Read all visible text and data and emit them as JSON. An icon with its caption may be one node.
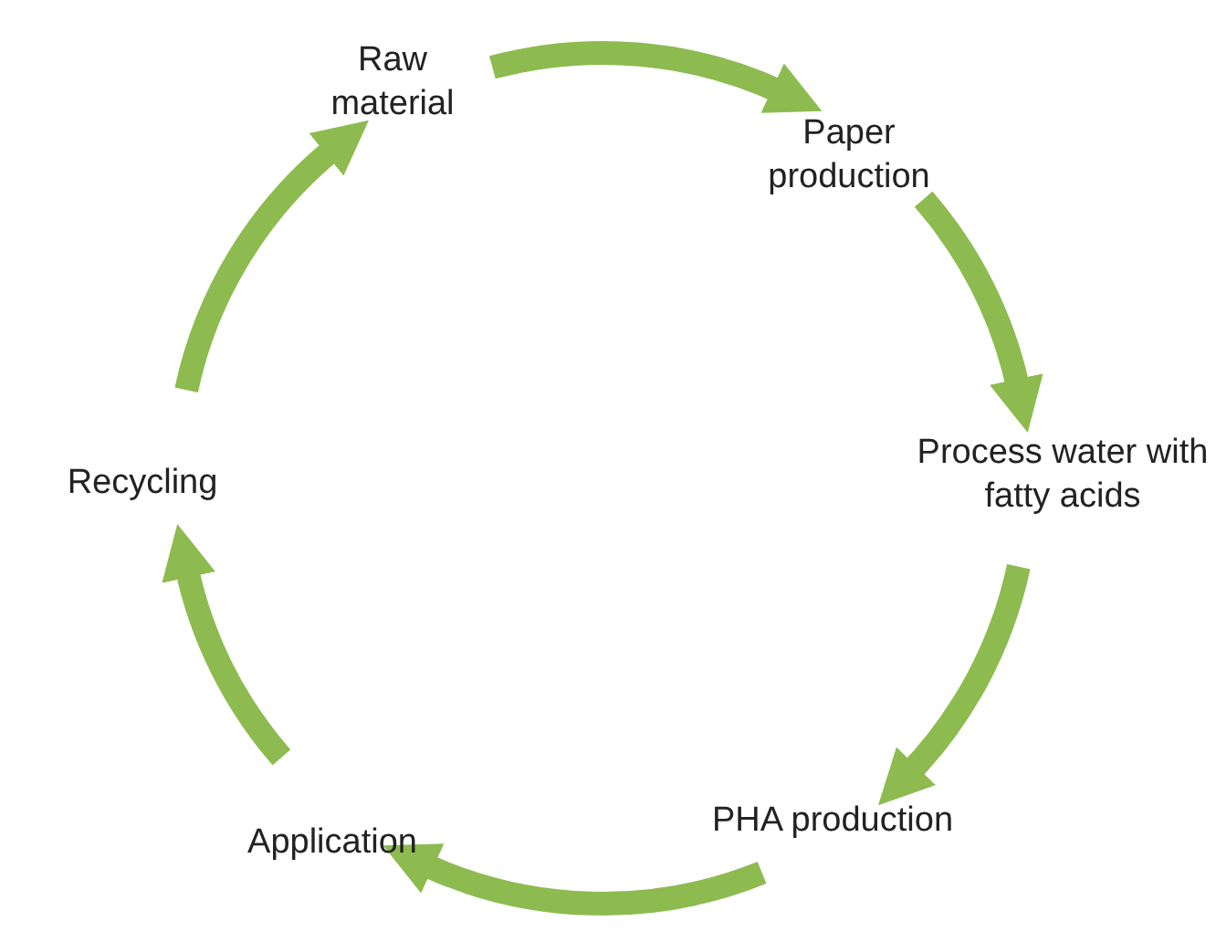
{
  "diagram": {
    "nodes": [
      {
        "text": [
          "Raw material"
        ]
      },
      {
        "text": [
          "Paper production"
        ]
      },
      {
        "text": [
          "Process water with fatty acids"
        ]
      },
      {
        "text": [
          "PHA production"
        ]
      },
      {
        "text": [
          "Application"
        ]
      },
      {
        "text": [
          "Recycling"
        ]
      }
    ],
    "edges": [
      {
        "from": 0,
        "to": 1,
        "arrow": "to"
      },
      {
        "from": 1,
        "to": 2,
        "arrow": "to"
      },
      {
        "from": 2,
        "to": 3,
        "arrow": "to"
      },
      {
        "from": 3,
        "to": 4,
        "arrow": "to"
      },
      {
        "from": 4,
        "to": 5,
        "arrow": "to"
      },
      {
        "from": 5,
        "to": 0,
        "arrow": "to"
      }
    ]
  }
}
